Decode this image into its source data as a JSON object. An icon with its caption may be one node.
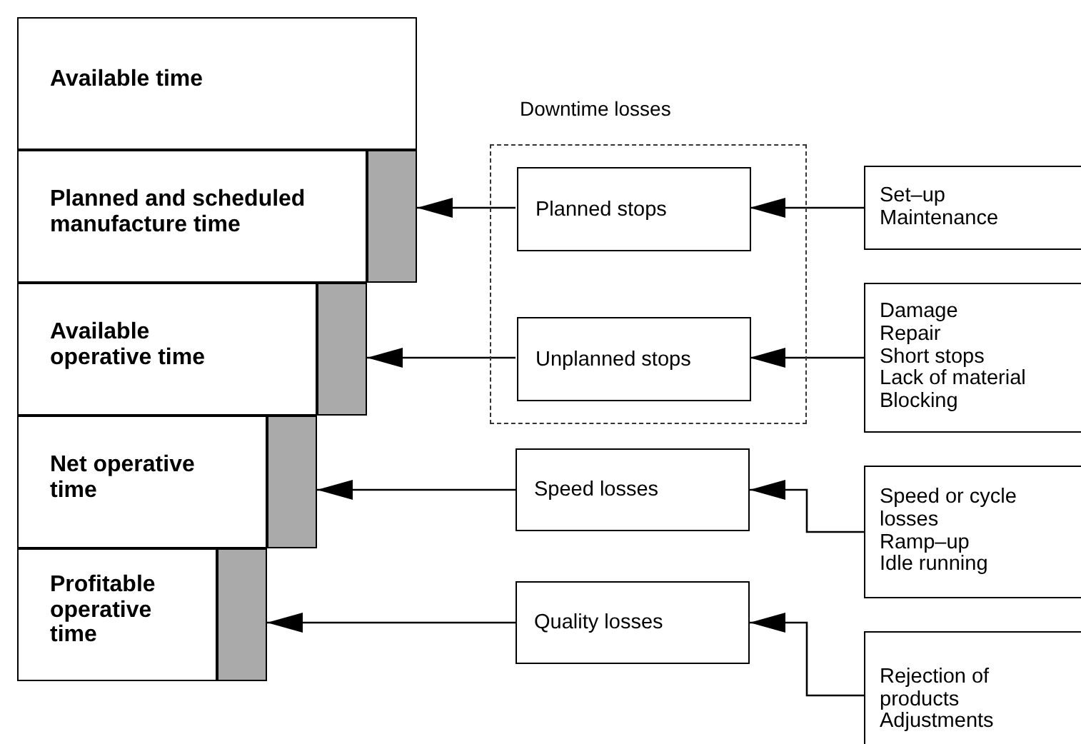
{
  "diagram": {
    "nodes": [
      {
        "text": [
          "Available time"
        ]
      },
      {
        "text": [
          "Planned and scheduled manufacture time"
        ]
      },
      {
        "text": [],
        "shape": "bar"
      },
      {
        "text": [
          "Available operative time"
        ]
      },
      {
        "text": [],
        "shape": "bar"
      },
      {
        "text": [
          "Net operative time"
        ]
      },
      {
        "text": [],
        "shape": "bar"
      },
      {
        "text": [
          "Profitable operative time"
        ]
      },
      {
        "text": [],
        "shape": "bar"
      },
      {
        "text": [
          "Downtime losses"
        ]
      },
      {
        "text": [
          "Planned stops"
        ],
        "in": 9
      },
      {
        "text": [
          "Unplanned stops"
        ],
        "in": 9
      },
      {
        "text": [
          "Speed losses"
        ]
      },
      {
        "text": [
          "Quality losses"
        ]
      },
      {
        "text": [
          "Set–up",
          "Maintenance"
        ]
      },
      {
        "text": [
          "Damage",
          "Repair",
          "Short stops",
          "Lack of material",
          "Blocking"
        ]
      },
      {
        "text": [
          "Speed or cycle losses",
          "Ramp–up",
          "Idle running"
        ]
      },
      {
        "text": [
          "Rejection of products",
          "Adjustments"
        ]
      }
    ],
    "edges": [
      {
        "from": 10,
        "to": 2,
        "arrow": "to"
      },
      {
        "from": 11,
        "to": 4,
        "arrow": "to"
      },
      {
        "from": 12,
        "to": 6,
        "arrow": "to"
      },
      {
        "from": 13,
        "to": 8,
        "arrow": "to"
      },
      {
        "from": 14,
        "to": 10,
        "arrow": "to"
      },
      {
        "from": 15,
        "to": 11,
        "arrow": "to"
      },
      {
        "from": 16,
        "to": 12,
        "arrow": "to"
      },
      {
        "from": 17,
        "to": 13,
        "arrow": "to"
      }
    ]
  }
}
